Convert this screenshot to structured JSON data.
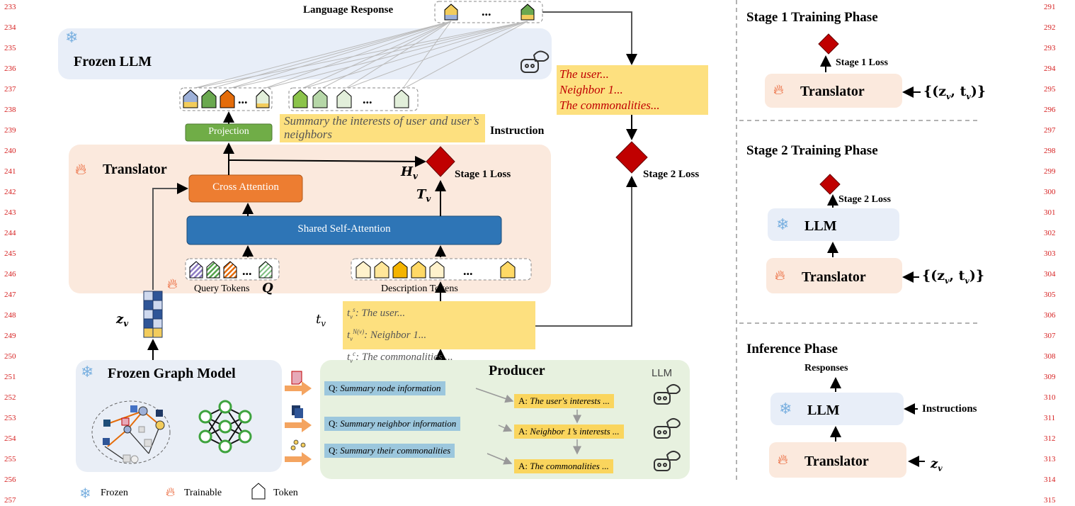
{
  "line_numbers_left": [
    "233",
    "234",
    "235",
    "236",
    "237",
    "238",
    "239",
    "240",
    "241",
    "242",
    "243",
    "244",
    "245",
    "246",
    "247",
    "248",
    "249",
    "250",
    "251",
    "252",
    "253",
    "254",
    "255",
    "256",
    "257"
  ],
  "line_numbers_right": [
    "291",
    "292",
    "293",
    "294",
    "295",
    "296",
    "297",
    "298",
    "299",
    "300",
    "301",
    "302",
    "303",
    "304",
    "305",
    "306",
    "307",
    "308",
    "309",
    "310",
    "311",
    "312",
    "313",
    "314",
    "315"
  ],
  "main": {
    "language_response": "Language Response",
    "ellipsis": "...",
    "frozen_llm": "Frozen LLM",
    "projection": "Projection",
    "instruction_text": "Summary the interests of user and user’s neighbors",
    "instruction_label": "Instruction",
    "translator": "Translator",
    "h_v": "H",
    "h_sub": "v",
    "t_v_cap": "T",
    "t_v_sub": "v",
    "stage1_loss": "Stage 1 Loss",
    "stage2_loss": "Stage 2 Loss",
    "cross_attention": "Cross Attention",
    "shared_self_attention": "Shared Self-Attention",
    "query_tokens": "Query Tokens",
    "q_symbol": "Q",
    "description_tokens": "Description Tokens",
    "z_v": "z",
    "z_sub": "v",
    "t_v": "t",
    "t_sub": "v",
    "desc_lines": [
      {
        "sup": "s",
        "text": ": The user..."
      },
      {
        "sup": "N(v)",
        "text": ": Neighbor 1..."
      },
      {
        "sup": "c",
        "text": ": The commonalities ..."
      }
    ],
    "response_lines": [
      "The user...",
      "Neighbor 1...",
      "The commonalities..."
    ],
    "frozen_graph_model": "Frozen Graph Model",
    "producer": "Producer",
    "llm_label": "LLM",
    "q_prefix": "Q: ",
    "a_prefix": "A: ",
    "questions": [
      "Summary node information",
      "Summary neighbor information",
      "Summary their commonalities"
    ],
    "answers": [
      "The user's interests ...",
      "Neighbor 1’s interests ...",
      "The commonalities ..."
    ]
  },
  "legend": {
    "frozen": "Frozen",
    "trainable": "Trainable",
    "token": "Token"
  },
  "right": {
    "stage1_title": "Stage 1 Training Phase",
    "stage1_loss": "Stage 1 Loss",
    "translator": "Translator",
    "tuple": "{(z",
    "tuple_mid": ", t",
    "tuple_end": ")}",
    "tuple_sub": "v",
    "stage2_title": "Stage 2 Training Phase",
    "stage2_loss": "Stage 2 Loss",
    "llm": "LLM",
    "inference_title": "Inference Phase",
    "responses": "Responses",
    "instructions": "Instructions",
    "z": "z",
    "z_sub": "v"
  },
  "colors": {
    "frozen_bg": "#e8eef8",
    "translator_bg": "#fbe9dd",
    "producer_bg": "#e7f1df",
    "graph_bg": "#e9eef6",
    "cross_attention": "#ed7d31",
    "self_attention": "#2e75b6",
    "projection": "#70ad47",
    "loss_diamond": "#c00000",
    "yellow_note": "#fde07f",
    "line_number": "#d62020"
  }
}
